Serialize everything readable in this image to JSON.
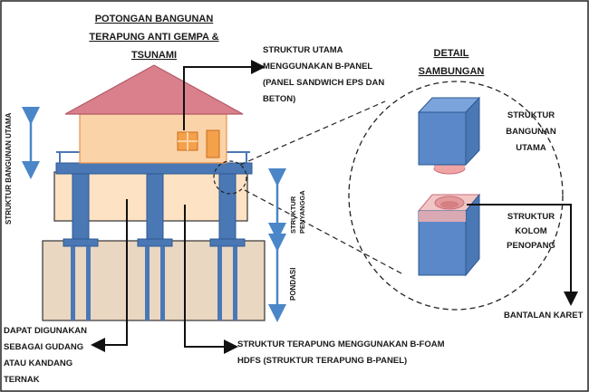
{
  "title": {
    "line1": "POTONGAN BANGUNAN",
    "line2": "TERAPUNG ANTI GEMPA &",
    "line3": "TSUNAMI"
  },
  "detail_title": {
    "line1": "DETAIL",
    "line2": "SAMBUNGAN"
  },
  "labels": {
    "struktur_utama": [
      "STRUKTUR UTAMA",
      "MENGGUNAKAN B-PANEL",
      "(PANEL SANDWICH EPS DAN",
      "BETON)"
    ],
    "struktur_bangunan_utama": [
      "STRUKTUR",
      "BANGUNAN",
      "UTAMA"
    ],
    "struktur_kolom": [
      "STRUKTUR",
      "KOLOM",
      "PENOPANG"
    ],
    "bantalan_karet": "BANTALAN KARET",
    "struktur_terapung": [
      "STRUKTUR TERAPUNG MENGGUNAKAN B-FOAM",
      "HDFS (STRUKTUR TERAPUNG B-PANEL)"
    ],
    "gudang": [
      "DAPAT DIGUNAKAN",
      "SEBAGAI GUDANG",
      "ATAU KANDANG",
      "TERNAK"
    ],
    "side_struktur_bangunan_utama": "STRUKTUR BANGUNAN UTAMA",
    "side_struktur_penyangga": [
      "STRUKTUR",
      "PENYANGGA"
    ],
    "side_pondasi": "PONDASI"
  },
  "colors": {
    "roof": "#d9808c",
    "wall": "#fbd3a8",
    "wall_stroke": "#e9944d",
    "platform": "#4a78b5",
    "column": "#4a78b5",
    "column_dark": "#2f5891",
    "float_box": "#fde2c4",
    "ground": "#e8d5bf",
    "arrow_blue": "#4a86c8",
    "pink_pad": "#f0a5a5"
  }
}
